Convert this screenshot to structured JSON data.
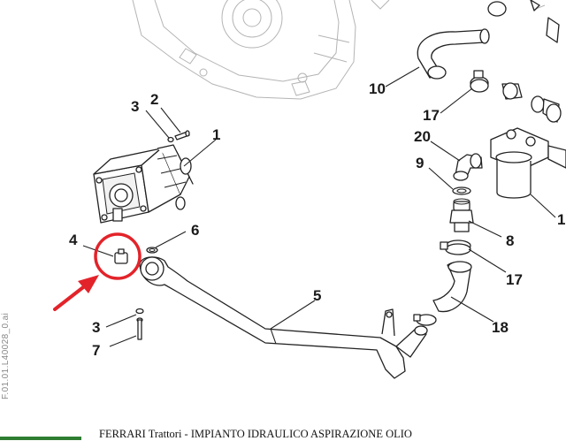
{
  "document_code": "F.01.01.L40028_0.ai",
  "caption": "FERRARI Trattori - IMPIANTO IDRAULICO ASPIRAZIONE OLIO",
  "highlight_color": "#e3232a",
  "callouts": {
    "c1": "1",
    "c2": "2",
    "c3a": "3",
    "c3b": "3",
    "c4": "4",
    "c5": "5",
    "c6": "6",
    "c7": "7",
    "c8": "8",
    "c9": "9",
    "c10": "10",
    "c17a": "17",
    "c17b": "17",
    "c18": "18",
    "c20": "20",
    "c1r": "1"
  }
}
